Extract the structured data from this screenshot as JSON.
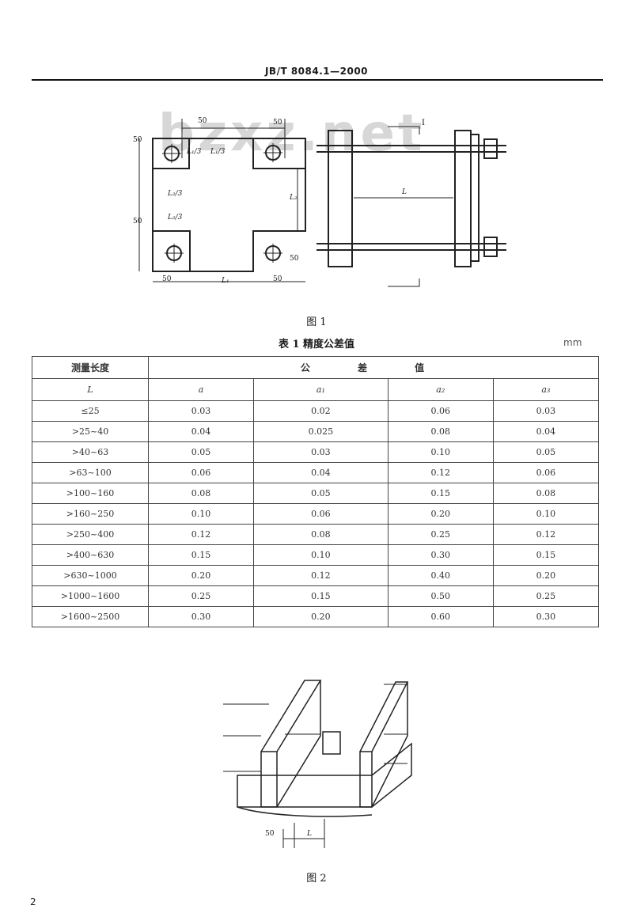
{
  "header": {
    "standard": "JB/T 8084.1—2000"
  },
  "watermark": "bzxz.net",
  "figure1": {
    "caption": "图 1",
    "labels": {
      "d50_top": "50",
      "d50_topright": "50",
      "d50_left": "50",
      "d50_leftmid": "50",
      "d50_bottom_left": "50",
      "d50_bottom_right": "50",
      "d50_right": "50",
      "l1_div3": "L₁/3",
      "l1_div3_b": "L₁/3",
      "l2_div3": "L₂/3",
      "l2_div3_b": "L₂/3",
      "l1": "L₁",
      "l2": "L₂",
      "l": "L",
      "section": "I"
    }
  },
  "table1": {
    "title": "表 1   精度公差值",
    "unit": "mm",
    "header_row1": {
      "col0": "测量长度",
      "span": "公 差 值"
    },
    "header_row2": [
      "L",
      "a",
      "a₁",
      "a₂",
      "a₃"
    ],
    "rows": [
      [
        "≤25",
        "0.03",
        "0.02",
        "0.06",
        "0.03"
      ],
      [
        ">25~40",
        "0.04",
        "0.025",
        "0.08",
        "0.04"
      ],
      [
        ">40~63",
        "0.05",
        "0.03",
        "0.10",
        "0.05"
      ],
      [
        ">63~100",
        "0.06",
        "0.04",
        "0.12",
        "0.06"
      ],
      [
        ">100~160",
        "0.08",
        "0.05",
        "0.15",
        "0.08"
      ],
      [
        ">160~250",
        "0.10",
        "0.06",
        "0.20",
        "0.10"
      ],
      [
        ">250~400",
        "0.12",
        "0.08",
        "0.25",
        "0.12"
      ],
      [
        ">400~630",
        "0.15",
        "0.10",
        "0.30",
        "0.15"
      ],
      [
        ">630~1000",
        "0.20",
        "0.12",
        "0.40",
        "0.20"
      ],
      [
        ">1000~1600",
        "0.25",
        "0.15",
        "0.50",
        "0.25"
      ],
      [
        ">1600~2500",
        "0.30",
        "0.20",
        "0.60",
        "0.30"
      ]
    ]
  },
  "figure2": {
    "caption": "图 2",
    "labels": {
      "d50": "50",
      "l": "L"
    }
  },
  "page_number": "2"
}
